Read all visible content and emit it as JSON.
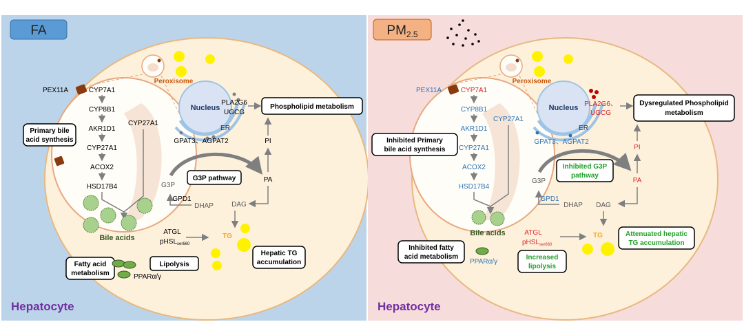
{
  "left": {
    "tag": "FA",
    "footer": "Hepatocyte",
    "peroxisome": "Peroxisome",
    "pex": "PEX11A",
    "chain": [
      "CYP7A1",
      "CYP8B1",
      "AKR1D1",
      "CYP27A1",
      "ACOX2",
      "HSD17B4"
    ],
    "cyp27": "CYP27A1",
    "nucleus": "Nucleus",
    "er": "ER",
    "pla2g6": "PLA2G6",
    "ugcg": "UGCG",
    "gpat": "GPAT3、AGPAT2",
    "phospho": "Phospholipid metabolism",
    "pi": "PI",
    "pa": "PA",
    "g3p": "G3P",
    "g3p_box": "G3P pathway",
    "gpd1": "GPD1",
    "dhap": "DHAP",
    "dag": "DAG",
    "tg": "TG",
    "atgl": "ATGL",
    "phsl": "pHSL",
    "phsl_sub": "ser660",
    "lipolysis": "Lipolysis",
    "hepatic_tg": [
      "Hepatic TG",
      "accumulation"
    ],
    "bile_acids": "Bile acids",
    "bile_box": [
      "Primary bile",
      "acid synthesis"
    ],
    "fatty_box": [
      "Fatty acid",
      "metabolism"
    ],
    "ppar": "PPARα/γ"
  },
  "right": {
    "tag": "PM",
    "tag_sub": "2.5",
    "footer": "Hepatocyte",
    "peroxisome": "Peroxisome",
    "pex": "PEX11A",
    "chain": [
      "CYP7A1",
      "CYP8B1",
      "AKR1D1",
      "CYP27A1",
      "ACOX2",
      "HSD17B4"
    ],
    "cyp27": "CYP27A1",
    "nucleus": "Nucleus",
    "er": "ER",
    "pla2g6": "PLA2G6、",
    "ugcg": "UGCG",
    "gpat": "GPAT3、AGPAT2",
    "phospho": [
      "Dysregulated Phospholipid",
      "metabolism"
    ],
    "pi": "PI",
    "pa": "PA",
    "g3p": "G3P",
    "g3p_box": [
      "Inhibited G3P",
      "pathway"
    ],
    "gpd1": "GPD1",
    "dhap": "DHAP",
    "dag": "DAG",
    "tg": "TG",
    "atgl": "ATGL",
    "phsl": "pHSL",
    "phsl_sub": "ser660",
    "lipolysis": [
      "Increased",
      "lipolysis"
    ],
    "hepatic_tg": [
      "Attenuated hepatic",
      "TG accumulation"
    ],
    "bile_acids": "Bile acids",
    "bile_box": [
      "Inhibited Primary",
      "bile acid synthesis"
    ],
    "fatty_box": [
      "Inhibited fatty",
      "acid metabolism"
    ],
    "ppar": "PPARα/γ"
  },
  "colors": {
    "left_bg": "#bcd4ea",
    "right_bg": "#f7dcdc",
    "cell": "#fdf1dc",
    "cell_border": "#e8b87f",
    "purple": "#7030a0",
    "up_red": "#d9262b",
    "down_blue": "#2e75b6",
    "green": "#22a02a",
    "orange": "#f5a623",
    "yellow": "#fff200"
  }
}
